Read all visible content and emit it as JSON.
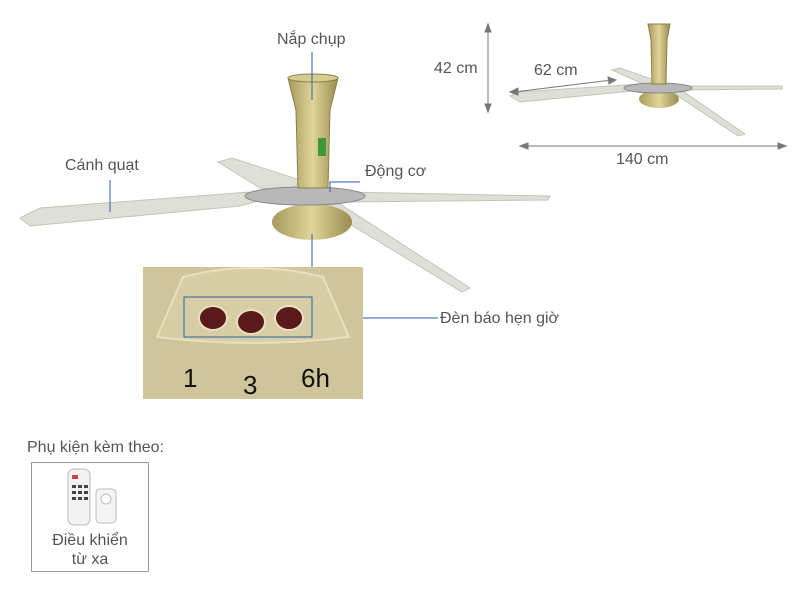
{
  "labels": {
    "cap": "Nắp chụp",
    "blade": "Cánh quạt",
    "motor": "Động cơ",
    "timer_lights": "Đèn báo hẹn giờ"
  },
  "dimensions": {
    "height": "42 cm",
    "blade_length": "62 cm",
    "diameter": "140 cm"
  },
  "timer_panel": {
    "options": [
      "1",
      "3",
      "6h"
    ]
  },
  "accessories": {
    "heading": "Phụ kiện kèm theo:",
    "item_line1": "Điều khiển",
    "item_line2": "từ xa"
  },
  "colors": {
    "gold": "#c8b878",
    "blade": "#dcdcd2",
    "callout": "#2a5fa8",
    "panel": "#cfc49a"
  }
}
